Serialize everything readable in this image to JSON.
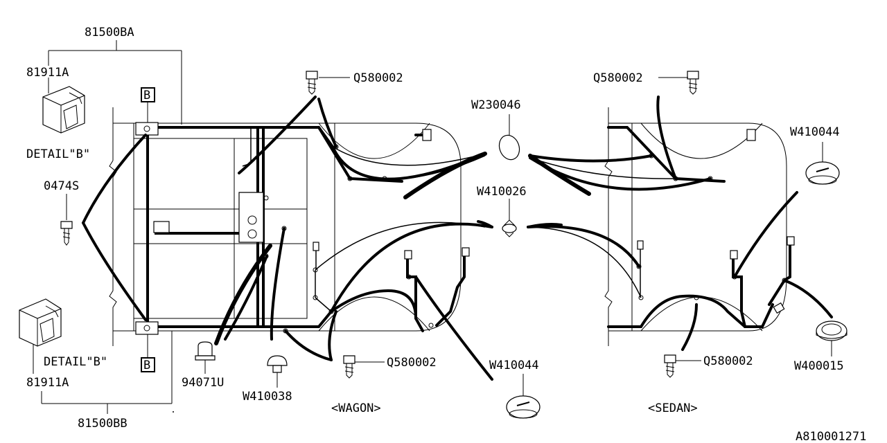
{
  "diagram_id": "A810001271",
  "views": {
    "wagon": "<WAGON>",
    "sedan": "<SEDAN>"
  },
  "detail_labels": {
    "top": "DETAIL\"B\"",
    "bottom": "DETAIL\"B\""
  },
  "markers": {
    "top": "B",
    "bottom": "B"
  },
  "parts": {
    "p81500ba": "81500BA",
    "p81500bb": "81500BB",
    "p81911a_top": "81911A",
    "p81911a_bottom": "81911A",
    "p0474s": "0474S",
    "p94071u": "94071U",
    "w410038": "W410038",
    "q580002_wagon_top": "Q580002",
    "q580002_wagon_bottom": "Q580002",
    "w230046": "W230046",
    "w410026": "W410026",
    "w410044_wagon": "W410044",
    "q580002_sedan_top": "Q580002",
    "q580002_sedan_bottom": "Q580002",
    "w410044_sedan": "W410044",
    "w400015": "W400015"
  }
}
